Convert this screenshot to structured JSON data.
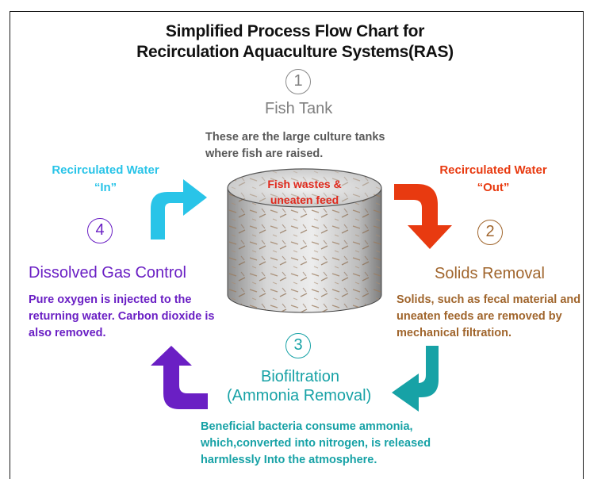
{
  "title": {
    "line1": "Simplified Process Flow Chart  for",
    "line2": "Recirculation Aquaculture Systems(RAS)"
  },
  "stages": {
    "fish_tank": {
      "number": "1",
      "name": "Fish Tank",
      "desc_line1": "These are the large culture tanks",
      "desc_line2": "where fish  are raised.",
      "tank_label_line1": "Fish wastes &",
      "tank_label_line2": "uneaten feed"
    },
    "solids_removal": {
      "number": "2",
      "name": "Solids Removal",
      "desc_line1": "Solids, such as fecal material and",
      "desc_line2": "uneaten feeds are removed by",
      "desc_line3": "mechanical filtration."
    },
    "biofiltration": {
      "number": "3",
      "name_line1": "Biofiltration",
      "name_line2": "(Ammonia Removal)",
      "desc_line1": "Beneficial bacteria consume ammonia,",
      "desc_line2": "which,converted into nitrogen, is released",
      "desc_line3": "harmlessly Into the atmosphere."
    },
    "dissolved_gas": {
      "number": "4",
      "name": "Dissolved Gas Control",
      "desc_line1": "Pure oxygen is injected to the",
      "desc_line2": "returning water. Carbon dioxide is",
      "desc_line3": "also removed."
    }
  },
  "flows": {
    "water_in_line1": "Recirculated Water",
    "water_in_line2": "“In”",
    "water_out_line1": "Recirculated Water",
    "water_out_line2": "“Out”"
  },
  "colors": {
    "title": "#111111",
    "stage_gray": "#7f7f7f",
    "desc_gray": "#595959",
    "in_cyan": "#29c4e8",
    "out_red": "#e83a10",
    "solids_brown": "#a0652c",
    "bio_teal": "#17a2a6",
    "gas_purple": "#6a1fc4",
    "tank_label_red": "#e0281c"
  }
}
